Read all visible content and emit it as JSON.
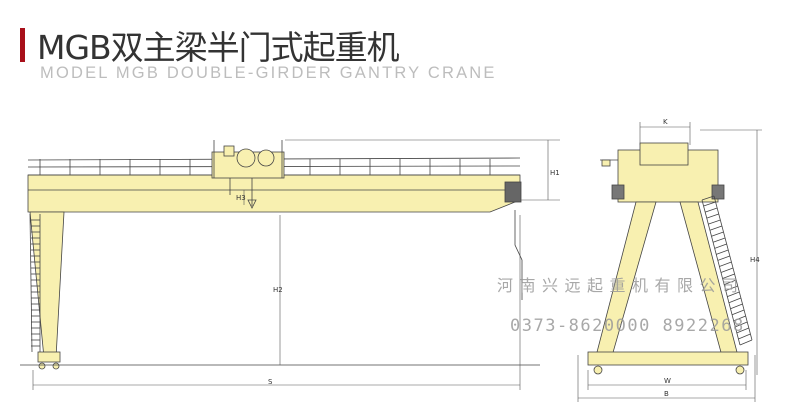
{
  "header": {
    "title": "MGB双主梁半门式起重机",
    "subtitle": "MODEL MGB DOUBLE-GIRDER GANTRY CRANE"
  },
  "drawing": {
    "dimension_labels": {
      "s": "S",
      "h1": "H1",
      "h2": "H2",
      "h3": "H3",
      "h4": "H4",
      "k": "K",
      "w": "W",
      "b": "B"
    },
    "colors": {
      "structure": "#f8f0b0",
      "line": "#444444"
    }
  },
  "watermark": {
    "company": "河南兴远起重机有限公司",
    "phone": "0373-8620000 8922268"
  }
}
